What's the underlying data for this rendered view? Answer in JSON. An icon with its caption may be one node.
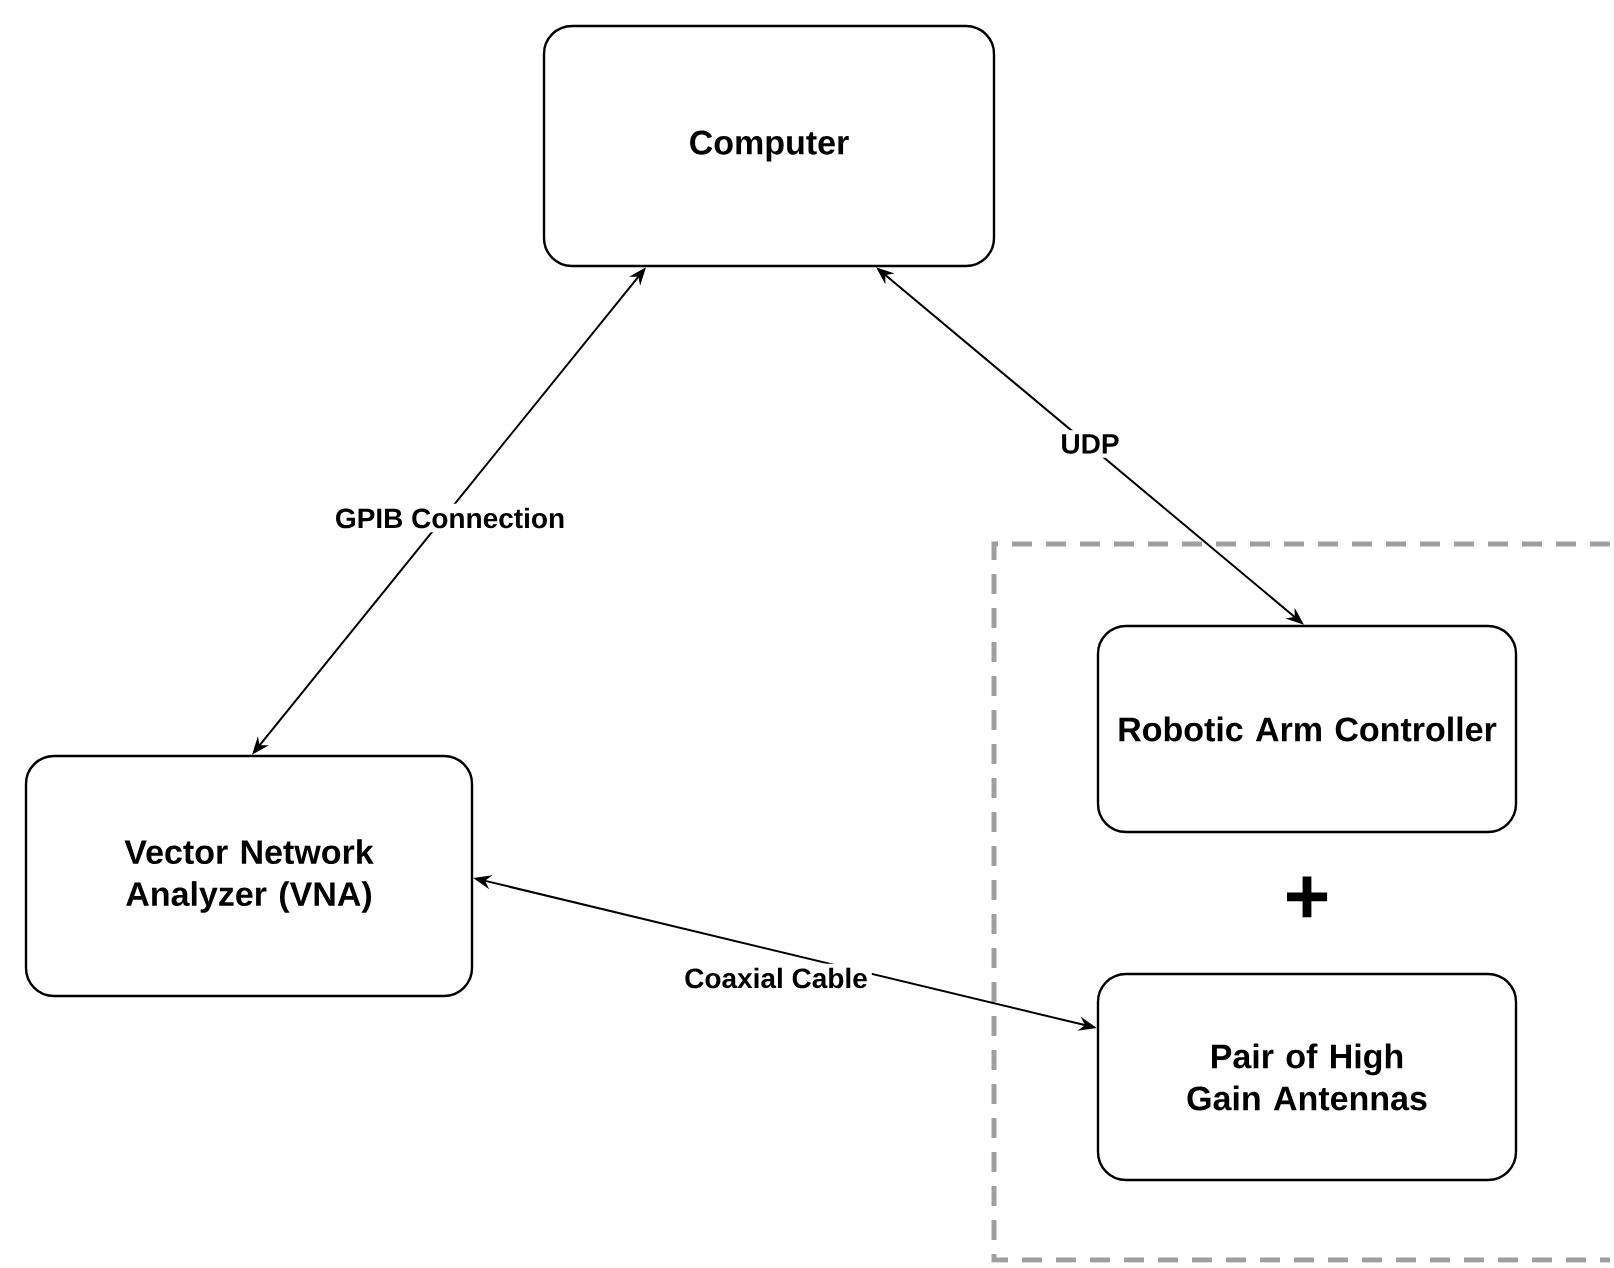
{
  "diagram": {
    "nodes": [
      {
        "text": [
          "Computer"
        ]
      },
      {
        "text": [
          "Vector Network Analyzer (VNA)"
        ]
      },
      {
        "text": [],
        "shape": "box"
      },
      {
        "text": [
          "Robotic Arm Controller"
        ],
        "in": 2
      },
      {
        "text": [
          "Pair of High Gain Antennas"
        ],
        "in": 2
      }
    ],
    "edges": [
      {
        "from": 0,
        "to": 1,
        "arrow": "both",
        "label": "GPIB Connection"
      },
      {
        "from": 0,
        "to": 3,
        "arrow": "both",
        "label": "UDP"
      },
      {
        "from": 1,
        "to": 4,
        "arrow": "both",
        "label": "Coaxial Cable"
      }
    ],
    "labels": [
      "+"
    ]
  }
}
